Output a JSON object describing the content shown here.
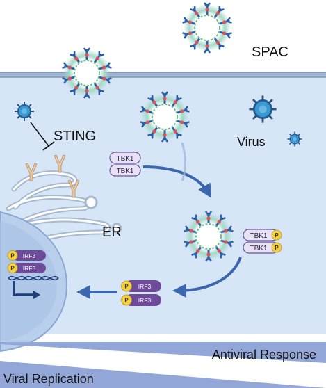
{
  "labels": {
    "spac": "SPAC",
    "sting": "STING",
    "virus": "Virus",
    "er": "ER",
    "tbk1": "TBK1",
    "irf3": "IRF3",
    "phospho": "P",
    "antiviral_response": "Antiviral Response",
    "viral_replication": "Viral Replication"
  },
  "colors": {
    "cell_fill": "#d6e6f6",
    "membrane": "#8aa3c2",
    "arrow": "#3c66ad",
    "tbk1_fill": "#e9e2f5",
    "tbk1_stroke": "#6a5498",
    "irf3_fill": "#6d4a9a",
    "phospho": "#f4d13f",
    "nucleus": "#9bb7dd",
    "gradient_bar": "#93a6d8"
  },
  "icons": [
    "virus-icon",
    "spac-particle-icon",
    "sting-receptor-icon",
    "dna-helix-icon",
    "gene-arrow-icon"
  ]
}
